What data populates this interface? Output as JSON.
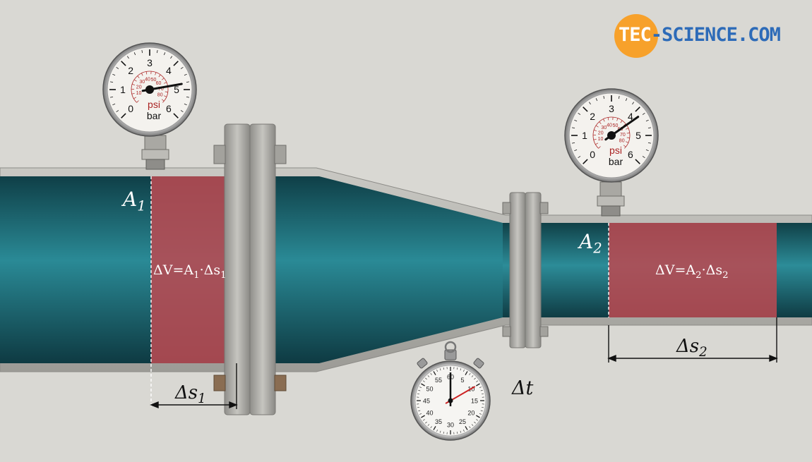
{
  "logo": {
    "text_lead": "TEC",
    "text_rest": "-SCIENCE.COM",
    "circle_color": "#f7a12b",
    "text_color": "#2d6bb8"
  },
  "labels": {
    "area1": "A",
    "area1_sub": "1",
    "area2": "A",
    "area2_sub": "2",
    "volume1": "ΔV=A",
    "volume1_sub1": "1",
    "volume1_mid": "·Δs",
    "volume1_sub2": "1",
    "volume2": "ΔV=A",
    "volume2_sub1": "2",
    "volume2_mid": "·Δs",
    "volume2_sub2": "2",
    "distance1": "Δs",
    "distance1_sub": "1",
    "distance2": "Δs",
    "distance2_sub": "2",
    "time": "Δt"
  },
  "gauge": {
    "bar_ticks": [
      "0",
      "1",
      "2",
      "3",
      "4",
      "5",
      "6"
    ],
    "psi_ticks": [
      "10",
      "20",
      "30",
      "40",
      "50",
      "60",
      "70",
      "80"
    ],
    "unit_psi": "psi",
    "unit_bar": "bar"
  },
  "stopwatch": {
    "ticks": [
      "60",
      "5",
      "10",
      "15",
      "20",
      "25",
      "30",
      "35",
      "40",
      "45",
      "50",
      "55"
    ]
  },
  "colors": {
    "fluid": "#1d6d78",
    "volume_highlight": "#b84a52",
    "pipe_wall": "#b4b3ae"
  }
}
